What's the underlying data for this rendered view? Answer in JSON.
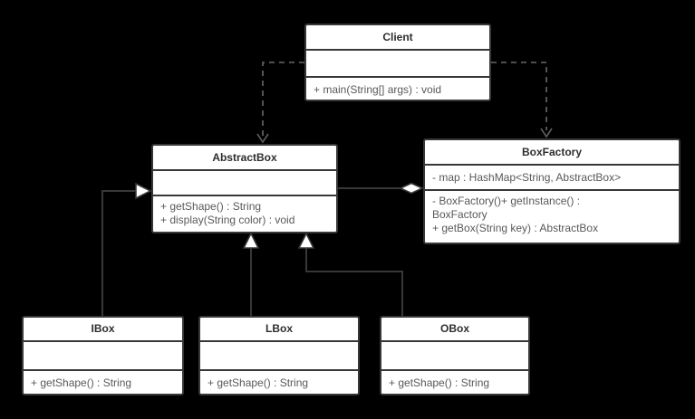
{
  "diagram": {
    "type": "uml-class-diagram",
    "colors": {
      "background": "#000000",
      "box_fill": "#ffffff",
      "box_border": "#373737",
      "dashed_line": "#696969",
      "title_text": "#2e2e2e",
      "body_text": "#595959"
    }
  },
  "classes": {
    "client": {
      "name": "Client",
      "attributes": [],
      "methods": [
        "+ main(String[] args) : void"
      ]
    },
    "abstractbox": {
      "name": "AbstractBox",
      "attributes": [],
      "methods": [
        "+ getShape() : String",
        "+ display(String color) : void"
      ]
    },
    "boxfactory": {
      "name": "BoxFactory",
      "attributes": [
        "- map : HashMap<String, AbstractBox>"
      ],
      "methods": [
        "- BoxFactory()+ getInstance() : BoxFactory",
        "+ getBox(String key) : AbstractBox"
      ]
    },
    "ibox": {
      "name": "IBox",
      "attributes": [],
      "methods": [
        "+ getShape() : String"
      ]
    },
    "lbox": {
      "name": "LBox",
      "attributes": [],
      "methods": [
        "+ getShape() : String"
      ]
    },
    "obox": {
      "name": "OBox",
      "attributes": [],
      "methods": [
        "+ getShape() : String"
      ]
    }
  },
  "relationships": [
    {
      "type": "dependency",
      "from": "Client",
      "to": "AbstractBox",
      "style": "dashed-open-arrow"
    },
    {
      "type": "dependency",
      "from": "Client",
      "to": "BoxFactory",
      "style": "dashed-open-arrow"
    },
    {
      "type": "aggregation",
      "from": "BoxFactory",
      "to": "AbstractBox",
      "style": "solid-hollow-diamond"
    },
    {
      "type": "generalization",
      "from": "IBox",
      "to": "AbstractBox",
      "style": "solid-hollow-triangle"
    },
    {
      "type": "generalization",
      "from": "LBox",
      "to": "AbstractBox",
      "style": "solid-hollow-triangle"
    },
    {
      "type": "generalization",
      "from": "OBox",
      "to": "AbstractBox",
      "style": "solid-hollow-triangle"
    }
  ]
}
